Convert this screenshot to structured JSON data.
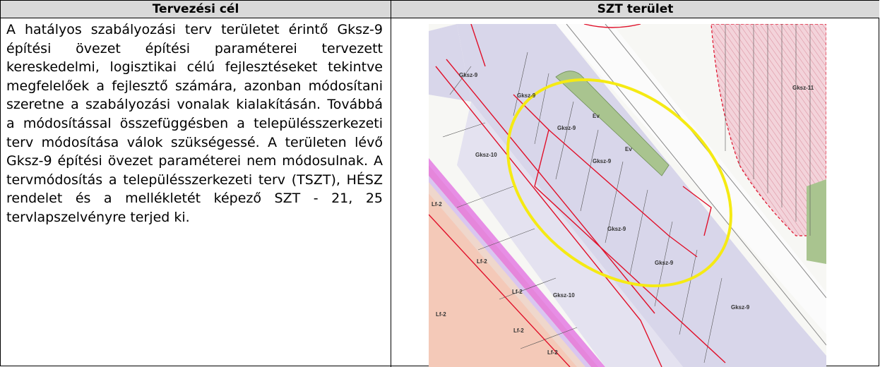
{
  "table": {
    "header_left": "Tervezési cél",
    "header_right": "SZT terület",
    "body_text": "A hatályos szabályozási terv területet érintő Gksz-9 építési övezet építési paraméterei tervezett kereskedelmi, logisztikai célú fejlesztéseket tekintve megfelelőek a fejlesztő számára, azonban módosítani szeretne a szabályozási vonalak kialakításán. Továbbá a módosítással összefüggésben a településszerkezeti terv módosítása válok szükségessé. A területen lévő Gksz-9 építési övezet paraméterei nem módosulnak. A tervmódosítás a településszerkezeti terv (TSZT), HÉSZ rendelet és a mellékletét képező SZT - 21, 25 tervlapszelvényre terjed ki."
  },
  "map": {
    "zone_labels": [
      "Gksz-9",
      "Gksz-9",
      "Gksz-9",
      "Gksz-9",
      "Gksz-9",
      "Gksz-9",
      "Gksz-9",
      "Gksz-10",
      "Gksz-10",
      "Gksz-11",
      "Ev",
      "Ev",
      "Lf-2",
      "Lf-2",
      "Lf-2",
      "Lf-2",
      "Lf-2",
      "Lf-2"
    ],
    "colors": {
      "gksz_fill": "#d8d6ea",
      "lf_fill": "#f4c9b8",
      "ev_fill": "#a9c48f",
      "gksz11_fill": "#f3d3da",
      "regulation_line": "#e0102a",
      "magenta_band": "#e26be0",
      "highlight_ellipse": "#f5ea13"
    }
  }
}
